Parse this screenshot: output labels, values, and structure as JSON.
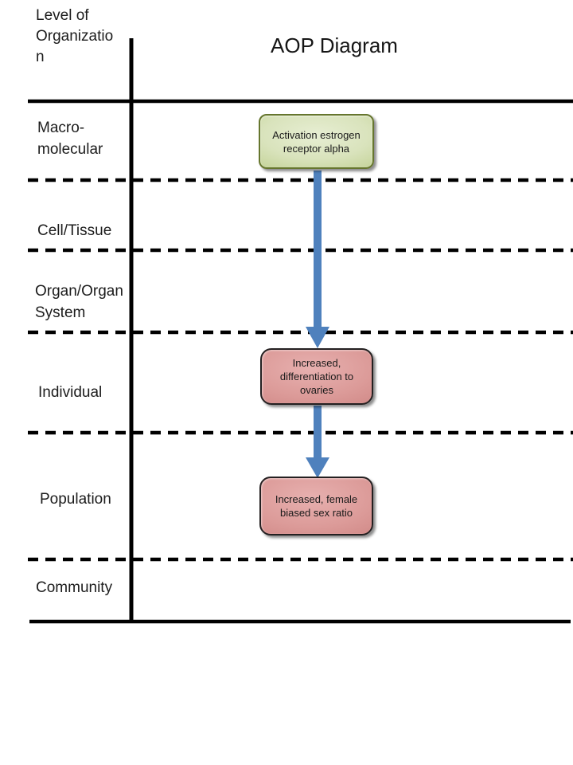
{
  "header": {
    "axis_label_lines": [
      "Level of",
      "Organizatio",
      "n"
    ],
    "title": "AOP Diagram"
  },
  "levels": [
    {
      "name": "macro-molecular",
      "lines": [
        "Macro-",
        "molecular"
      ]
    },
    {
      "name": "cell-tissue",
      "lines": [
        "Cell/Tissue"
      ]
    },
    {
      "name": "organ-organ-system",
      "lines": [
        "Organ/Organ",
        "System"
      ]
    },
    {
      "name": "individual",
      "lines": [
        "Individual"
      ]
    },
    {
      "name": "population",
      "lines": [
        "Population"
      ]
    },
    {
      "name": "community",
      "lines": [
        "Community"
      ]
    }
  ],
  "nodes": [
    {
      "type": "molecular-initiating-event",
      "level": "Macro-molecular",
      "lines": [
        "Activation estrogen",
        "receptor alpha"
      ],
      "fill_color": "#c3d69b",
      "border_color": "#66762e"
    },
    {
      "type": "key-event",
      "level": "Individual",
      "lines": [
        "Increased,",
        "differentiation to",
        "ovaries"
      ],
      "fill_color": "#d99694",
      "border_color": "#242021"
    },
    {
      "type": "adverse-outcome",
      "level": "Population",
      "lines": [
        "Increased, female",
        "biased sex ratio"
      ],
      "fill_color": "#d99694",
      "border_color": "#242021"
    }
  ],
  "colors": {
    "arrow": "#4f81bd",
    "line": "#000000",
    "background": "#ffffff"
  }
}
